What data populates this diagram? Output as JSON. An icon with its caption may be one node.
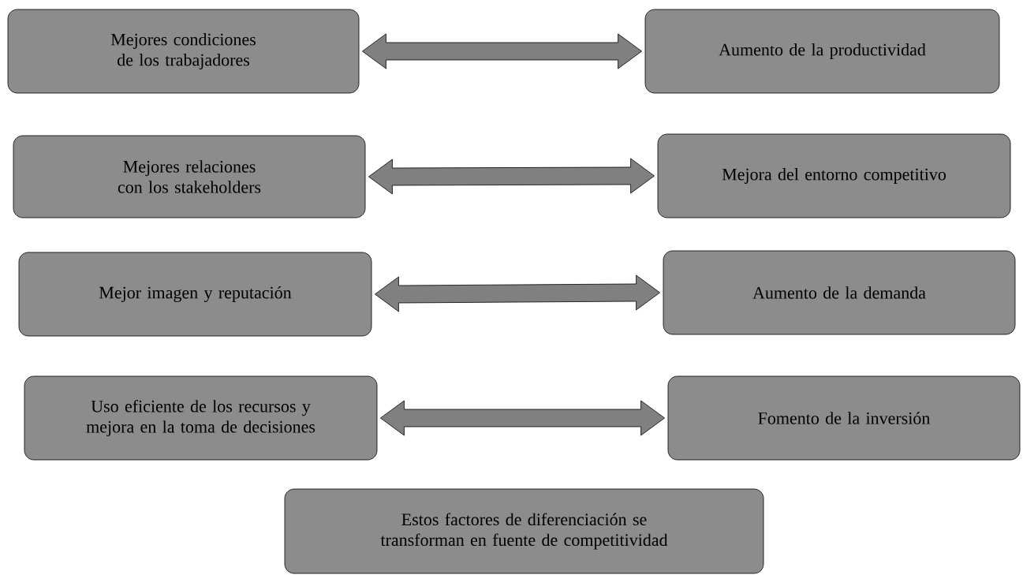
{
  "diagram": {
    "nodes": [
      {
        "text": [
          "Mejores condiciones de los trabajadores"
        ]
      },
      {
        "text": [
          "Aumento de la productividad"
        ]
      },
      {
        "text": [
          "Mejores relaciones con los stakeholders"
        ]
      },
      {
        "text": [
          "Mejora del entorno competitivo"
        ]
      },
      {
        "text": [
          "Mejor imagen y reputación"
        ]
      },
      {
        "text": [
          "Aumento de la demanda"
        ]
      },
      {
        "text": [
          "Uso eficiente de los recursos y mejora en la toma de decisiones"
        ]
      },
      {
        "text": [
          "Fomento de la inversión"
        ]
      },
      {
        "text": [
          "Estos factores de diferenciación se transforman en fuente de competitividad"
        ]
      }
    ],
    "edges": [
      {
        "from": 0,
        "to": 1,
        "arrow": "both"
      },
      {
        "from": 2,
        "to": 3,
        "arrow": "both"
      },
      {
        "from": 4,
        "to": 5,
        "arrow": "both"
      },
      {
        "from": 6,
        "to": 7,
        "arrow": "both"
      }
    ]
  }
}
